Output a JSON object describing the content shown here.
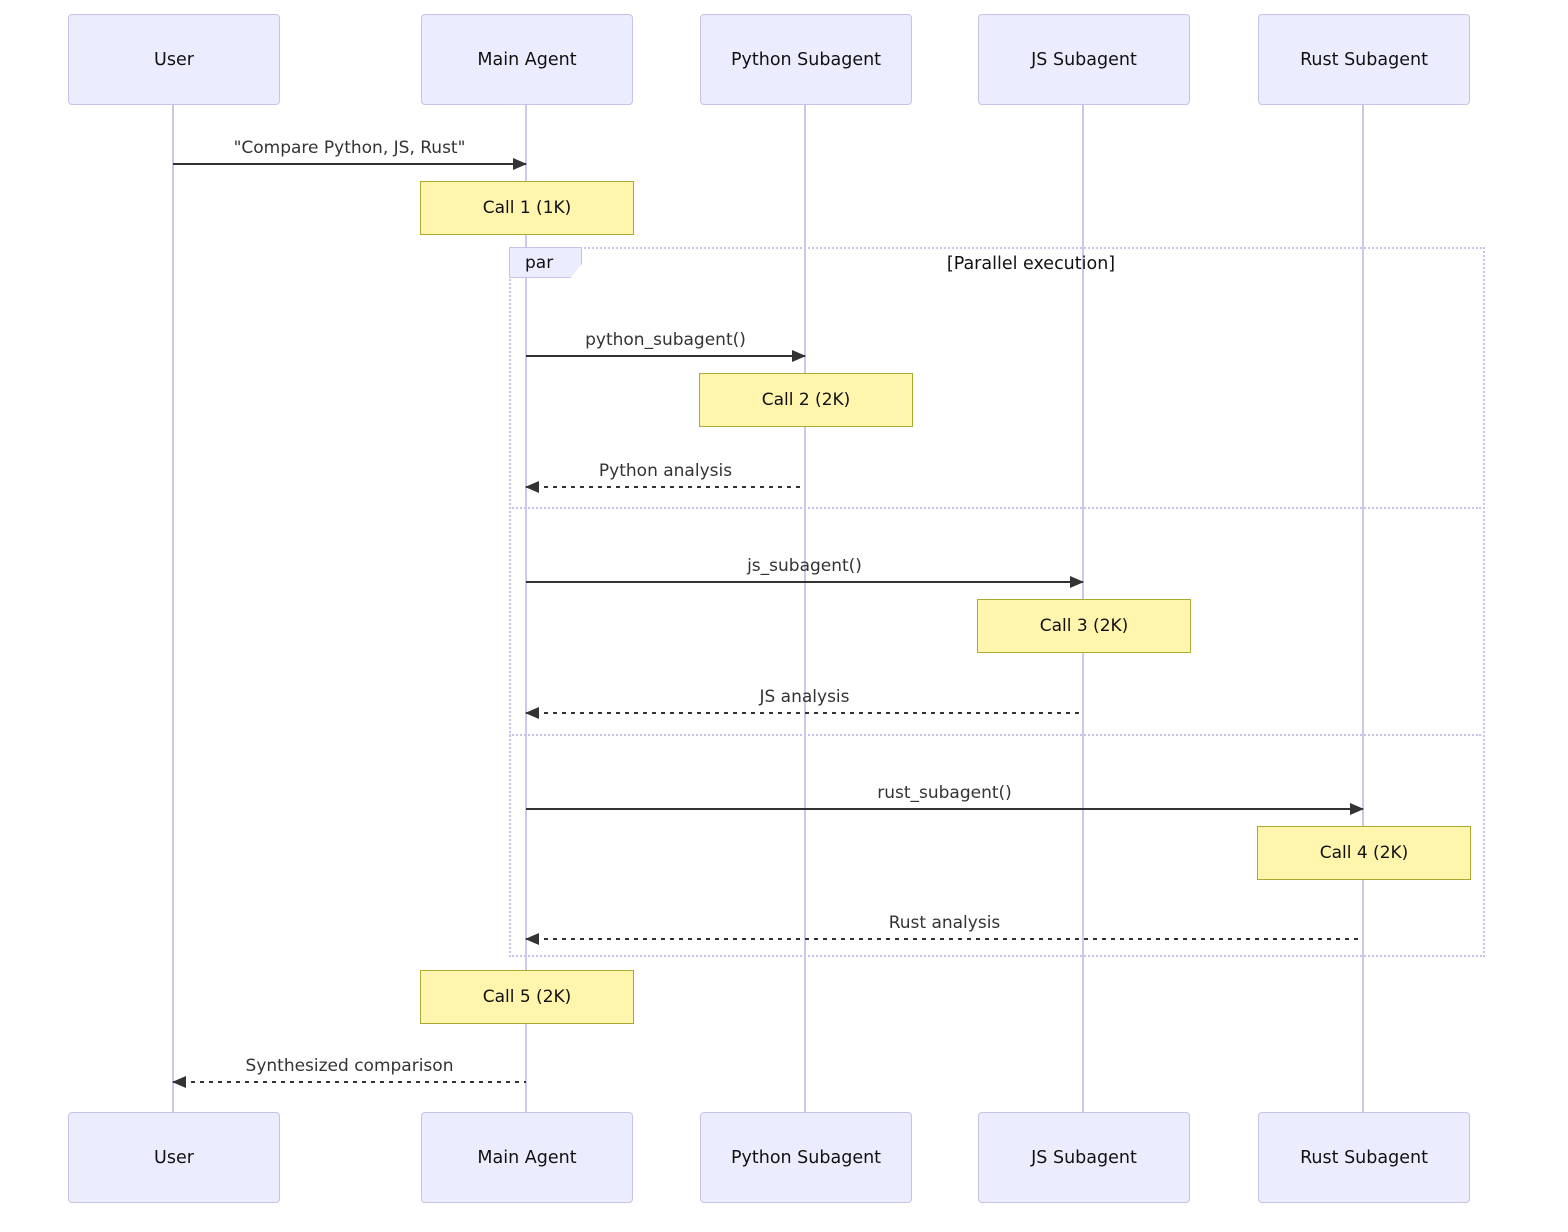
{
  "diagram": {
    "type": "sequence-diagram",
    "actors": [
      {
        "id": "user",
        "label": "User"
      },
      {
        "id": "main-agent",
        "label": "Main Agent"
      },
      {
        "id": "python-subagent",
        "label": "Python Subagent"
      },
      {
        "id": "js-subagent",
        "label": "JS Subagent"
      },
      {
        "id": "rust-subagent",
        "label": "Rust Subagent"
      }
    ],
    "messages": [
      {
        "from": "User",
        "to": "Main Agent",
        "label": "\"Compare Python, JS, Rust\"",
        "style": "solid"
      },
      {
        "from": "Main Agent",
        "to": "Python Subagent",
        "label": "python_subagent()",
        "style": "solid"
      },
      {
        "from": "Python Subagent",
        "to": "Main Agent",
        "label": "Python analysis",
        "style": "dashed"
      },
      {
        "from": "Main Agent",
        "to": "JS Subagent",
        "label": "js_subagent()",
        "style": "solid"
      },
      {
        "from": "JS Subagent",
        "to": "Main Agent",
        "label": "JS analysis",
        "style": "dashed"
      },
      {
        "from": "Main Agent",
        "to": "Rust Subagent",
        "label": "rust_subagent()",
        "style": "solid"
      },
      {
        "from": "Rust Subagent",
        "to": "Main Agent",
        "label": "Rust analysis",
        "style": "dashed"
      },
      {
        "from": "Main Agent",
        "to": "User",
        "label": "Synthesized comparison",
        "style": "dashed"
      }
    ],
    "notes": [
      {
        "over": "Main Agent",
        "label": "Call 1 (1K)"
      },
      {
        "over": "Python Subagent",
        "label": "Call 2 (2K)"
      },
      {
        "over": "JS Subagent",
        "label": "Call 3 (2K)"
      },
      {
        "over": "Rust Subagent",
        "label": "Call 4 (2K)"
      },
      {
        "over": "Main Agent",
        "label": "Call 5 (2K)"
      }
    ],
    "par_block": {
      "label": "par",
      "title": "[Parallel execution]"
    },
    "colors": {
      "actor_fill": "#ECECFF",
      "actor_border": "#C6C2E9",
      "lifeline": "#CFC6EA",
      "note_fill": "#FFF5AD",
      "note_border": "#AAAA33",
      "frame_border": "#C9C1EE",
      "arrow": "#333333",
      "background": "#FFFFFF"
    }
  }
}
